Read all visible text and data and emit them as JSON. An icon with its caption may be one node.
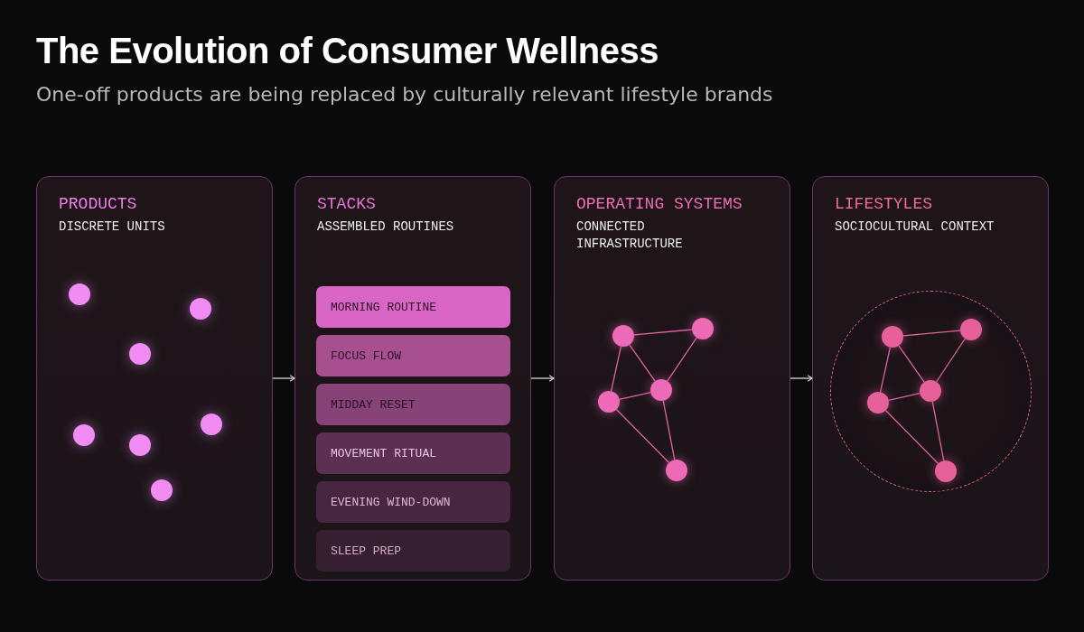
{
  "diagram": {
    "title": "The Evolution of Consumer Wellness",
    "caption": "One-off products are being replaced by culturally relevant lifestyle brands",
    "nodes": [
      {
        "text": [
          "PRODUCTS",
          "DISCRETE UNITS"
        ]
      },
      {
        "text": [
          "STACKS",
          "ASSEMBLED ROUTINES"
        ]
      },
      {
        "text": [
          "MORNING ROUTINE"
        ],
        "in": 1
      },
      {
        "text": [
          "FOCUS FLOW"
        ],
        "in": 1
      },
      {
        "text": [
          "MIDDAY RESET"
        ],
        "in": 1
      },
      {
        "text": [
          "MOVEMENT RITUAL"
        ],
        "in": 1
      },
      {
        "text": [
          "EVENING WIND-DOWN"
        ],
        "in": 1
      },
      {
        "text": [
          "SLEEP PREP"
        ],
        "in": 1
      },
      {
        "text": [
          "OPERATING SYSTEMS",
          "CONNECTED INFRASTRUCTURE"
        ]
      },
      {
        "text": [],
        "shape": "circle",
        "in": 8
      },
      {
        "text": [],
        "shape": "circle",
        "in": 8
      },
      {
        "text": [],
        "shape": "circle",
        "in": 8
      },
      {
        "text": [],
        "shape": "circle",
        "in": 8
      },
      {
        "text": [],
        "shape": "circle",
        "in": 8
      },
      {
        "text": [
          "LIFESTYLES",
          "SOCIOCULTURAL CONTEXT"
        ]
      },
      {
        "text": [],
        "shape": "circle",
        "in": 14
      },
      {
        "text": [],
        "shape": "circle",
        "in": 15
      },
      {
        "text": [],
        "shape": "circle",
        "in": 15
      },
      {
        "text": [],
        "shape": "circle",
        "in": 15
      },
      {
        "text": [],
        "shape": "circle",
        "in": 15
      },
      {
        "text": [],
        "shape": "circle",
        "in": 15
      }
    ],
    "edges": [
      {
        "from": 0,
        "to": 1,
        "arrow": "to",
        "color": "#dddddd"
      },
      {
        "from": 1,
        "to": 8,
        "arrow": "to",
        "color": "#dddddd"
      },
      {
        "from": 8,
        "to": 14,
        "arrow": "to",
        "color": "#dddddd"
      },
      {
        "from": 10,
        "to": 9,
        "arrow": "none"
      },
      {
        "from": 10,
        "to": 11,
        "arrow": "none"
      },
      {
        "from": 10,
        "to": 12,
        "arrow": "none"
      },
      {
        "from": 9,
        "to": 11,
        "arrow": "none"
      },
      {
        "from": 12,
        "to": 11,
        "arrow": "none"
      },
      {
        "from": 11,
        "to": 13,
        "arrow": "none"
      },
      {
        "from": 12,
        "to": 13,
        "arrow": "none"
      },
      {
        "from": 17,
        "to": 16,
        "arrow": "none"
      },
      {
        "from": 17,
        "to": 18,
        "arrow": "none"
      },
      {
        "from": 17,
        "to": 19,
        "arrow": "none"
      },
      {
        "from": 16,
        "to": 18,
        "arrow": "none"
      },
      {
        "from": 19,
        "to": 18,
        "arrow": "none"
      },
      {
        "from": 18,
        "to": 20,
        "arrow": "none"
      },
      {
        "from": 19,
        "to": 20,
        "arrow": "none"
      }
    ]
  }
}
